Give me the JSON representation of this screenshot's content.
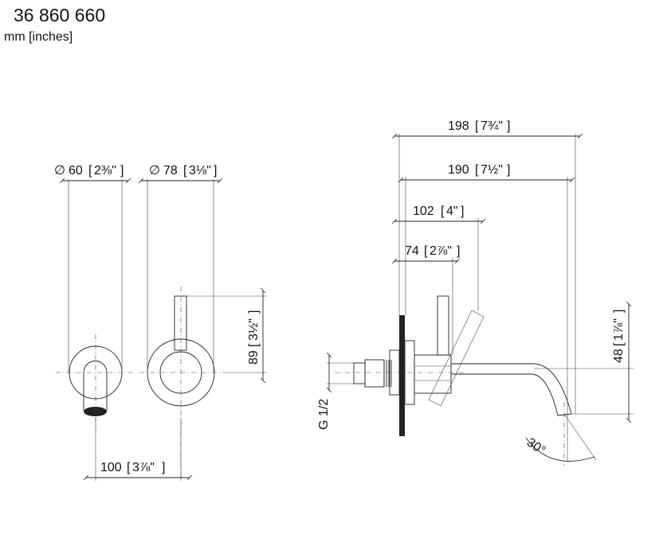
{
  "header": {
    "product_number": "36 860 660",
    "units": "mm [inches]"
  },
  "dimensions": {
    "d60": "60",
    "d60_in": "2⅜\"",
    "d78": "78",
    "d78_in": "3⅛\"",
    "h89": "89",
    "h89_in": "3½\"",
    "w100": "100",
    "w100_in": "3⅞\"",
    "l198": "198",
    "l198_in": "7¾\"",
    "l190": "190",
    "l190_in": "7½\"",
    "l102": "102",
    "l102_in": "4\"",
    "l74": "74",
    "l74_in": "2⅞\"",
    "h48": "48",
    "h48_in": "1⅞\"",
    "thread": "G 1/2",
    "angle": "30°"
  },
  "symbols": {
    "diameter": "∅"
  }
}
